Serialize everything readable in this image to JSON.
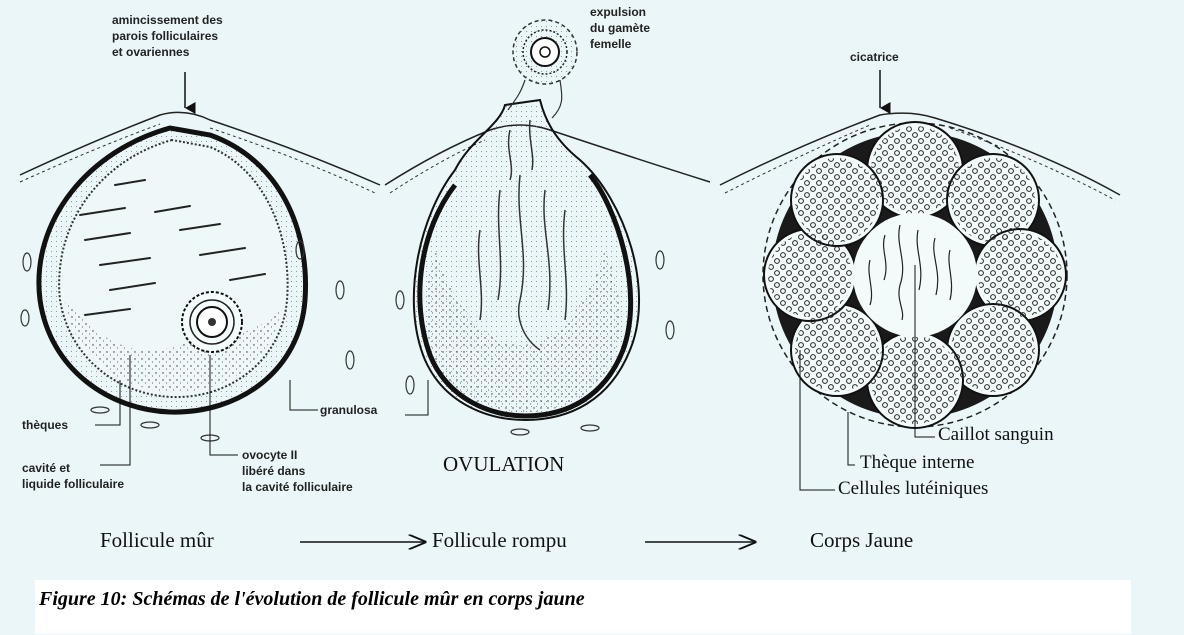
{
  "labels": {
    "amincissement": "amincissement des",
    "parois": "parois folliculaires",
    "ovariennes": "et ovariennes",
    "expulsion": "expulsion",
    "du_gamete": "du gamète",
    "femelle": "femelle",
    "cicatrice": "cicatrice",
    "granulosa": "granulosa",
    "theques": "thèques",
    "cavite_et": "cavité et",
    "liquide_folliculaire": "liquide folliculaire",
    "ovocyte": "ovocyte II",
    "libere_dans": "libéré dans",
    "la_cavite": "la cavité folliculaire",
    "caillot": "Caillot sanguin",
    "theque_interne": "Thèque interne",
    "cellules": "Cellules lutéiniques",
    "ovulation": "OVULATION"
  },
  "stages": {
    "mature": "Follicule mûr",
    "ruptured": "Follicule rompu",
    "yellow_body": "Corps Jaune"
  },
  "caption": "Figure 10: Schémas de l'évolution de follicule mûr en corps jaune"
}
